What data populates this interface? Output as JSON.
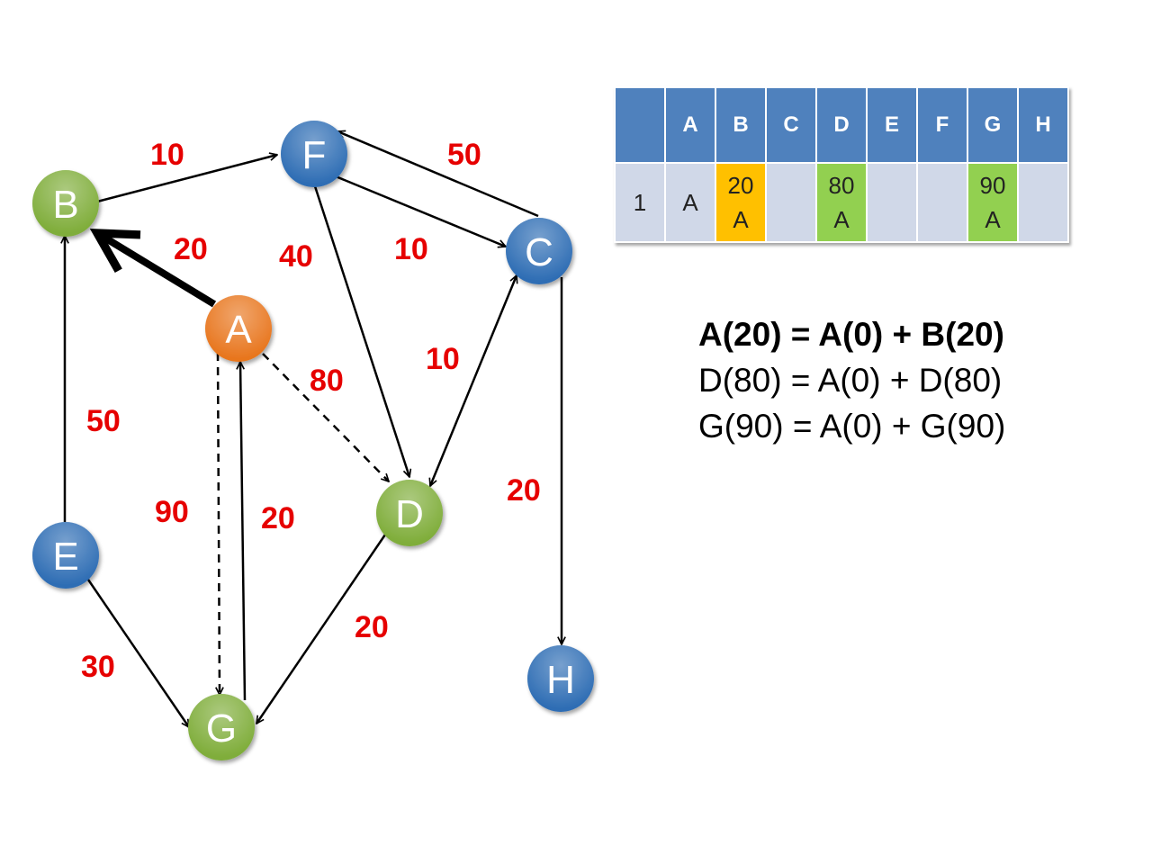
{
  "graph": {
    "nodes": [
      {
        "id": "A",
        "label": "A",
        "color": "#e8761e"
      },
      {
        "id": "B",
        "label": "B",
        "color": "#7fad3a"
      },
      {
        "id": "C",
        "label": "C",
        "color": "#2e6db4"
      },
      {
        "id": "D",
        "label": "D",
        "color": "#7fad3a"
      },
      {
        "id": "E",
        "label": "E",
        "color": "#2e6db4"
      },
      {
        "id": "F",
        "label": "F",
        "color": "#2e6db4"
      },
      {
        "id": "G",
        "label": "G",
        "color": "#7fad3a"
      },
      {
        "id": "H",
        "label": "H",
        "color": "#2e6db4"
      }
    ],
    "edges": [
      {
        "from": "B",
        "to": "F",
        "weight": "10",
        "style": "solid"
      },
      {
        "from": "C",
        "to": "F",
        "weight": "50",
        "style": "solid"
      },
      {
        "from": "F",
        "to": "C",
        "weight": "10",
        "style": "solid"
      },
      {
        "from": "A",
        "to": "B",
        "weight": "20",
        "style": "bold"
      },
      {
        "from": "F",
        "to": "D",
        "weight": "40",
        "style": "solid"
      },
      {
        "from": "A",
        "to": "D",
        "weight": "80",
        "style": "dashed"
      },
      {
        "from": "D",
        "to": "C",
        "weight": "10",
        "style": "solid-bidirectional"
      },
      {
        "from": "E",
        "to": "B",
        "weight": "50",
        "style": "solid"
      },
      {
        "from": "A",
        "to": "G",
        "weight": "90",
        "style": "dashed"
      },
      {
        "from": "G",
        "to": "A",
        "weight": "20",
        "style": "solid"
      },
      {
        "from": "C",
        "to": "H",
        "weight": "20",
        "style": "solid"
      },
      {
        "from": "D",
        "to": "G",
        "weight": "20",
        "style": "solid"
      },
      {
        "from": "E",
        "to": "G",
        "weight": "30",
        "style": "solid"
      }
    ],
    "weight_color": "#e60000"
  },
  "table": {
    "headers": [
      "",
      "A",
      "B",
      "C",
      "D",
      "E",
      "F",
      "G",
      "H"
    ],
    "row": {
      "step": "1",
      "cells": [
        {
          "col": "A",
          "lines": [
            "A"
          ],
          "highlight": ""
        },
        {
          "col": "B",
          "lines": [
            "20",
            "A"
          ],
          "highlight": "#ffc000"
        },
        {
          "col": "C",
          "lines": [],
          "highlight": ""
        },
        {
          "col": "D",
          "lines": [
            "80",
            "A"
          ],
          "highlight": "#92d050"
        },
        {
          "col": "E",
          "lines": [],
          "highlight": ""
        },
        {
          "col": "F",
          "lines": [],
          "highlight": ""
        },
        {
          "col": "G",
          "lines": [
            "90",
            "A"
          ],
          "highlight": "#92d050"
        },
        {
          "col": "H",
          "lines": [],
          "highlight": ""
        }
      ]
    }
  },
  "equations": [
    {
      "text": "A(20) = A(0) + B(20)",
      "bold": true
    },
    {
      "text": "D(80) = A(0) + D(80)",
      "bold": false
    },
    {
      "text": "G(90) = A(0) + G(90)",
      "bold": false
    }
  ]
}
